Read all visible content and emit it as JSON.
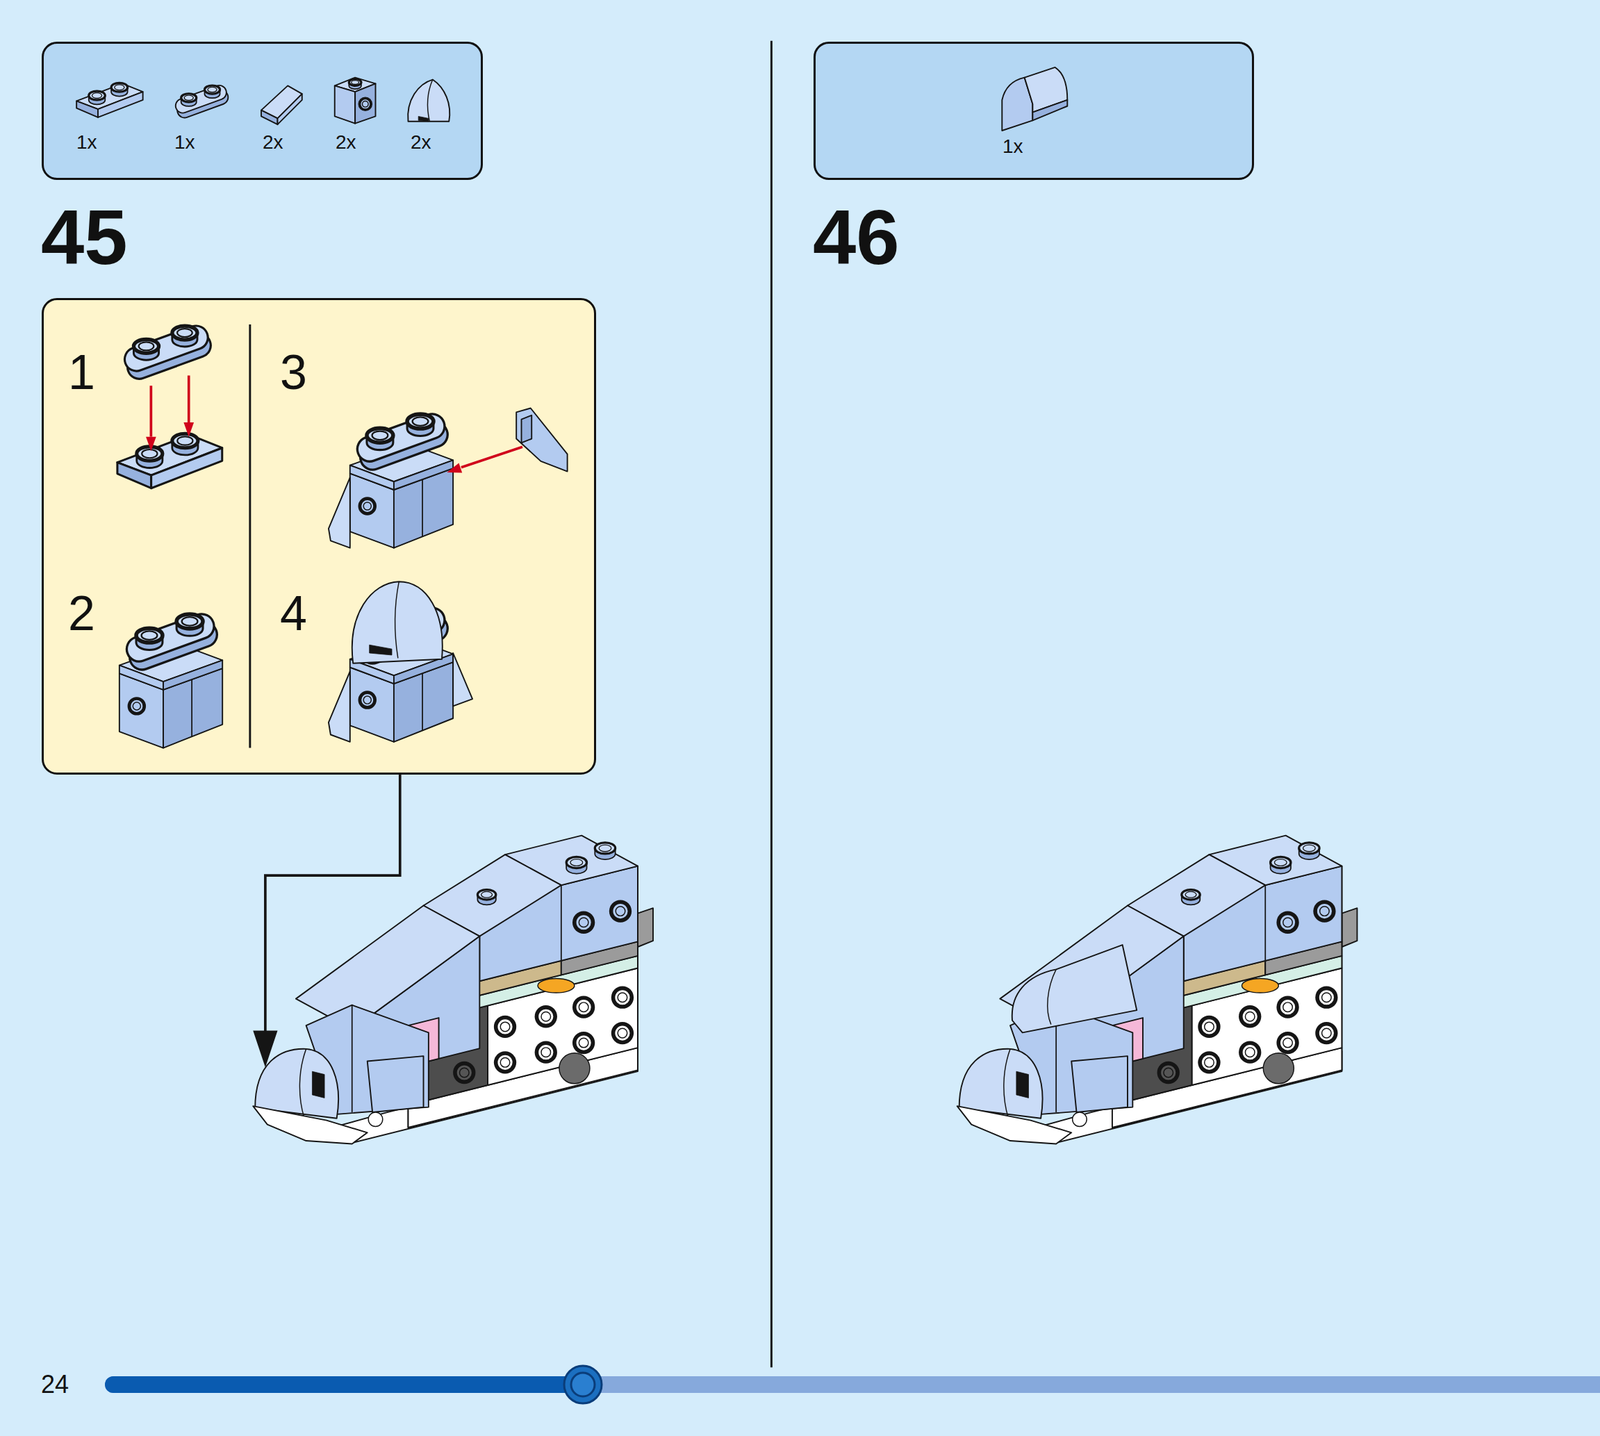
{
  "diagram": {
    "nodes": [
      {
        "text": [
          "1x",
          "1x",
          "2x",
          "2x",
          "2x"
        ]
      },
      {
        "text": [
          "1",
          "2",
          "3",
          "4"
        ]
      },
      {
        "text": [
          "1x"
        ]
      }
    ],
    "labels": [
      "45",
      "46",
      "24"
    ]
  }
}
